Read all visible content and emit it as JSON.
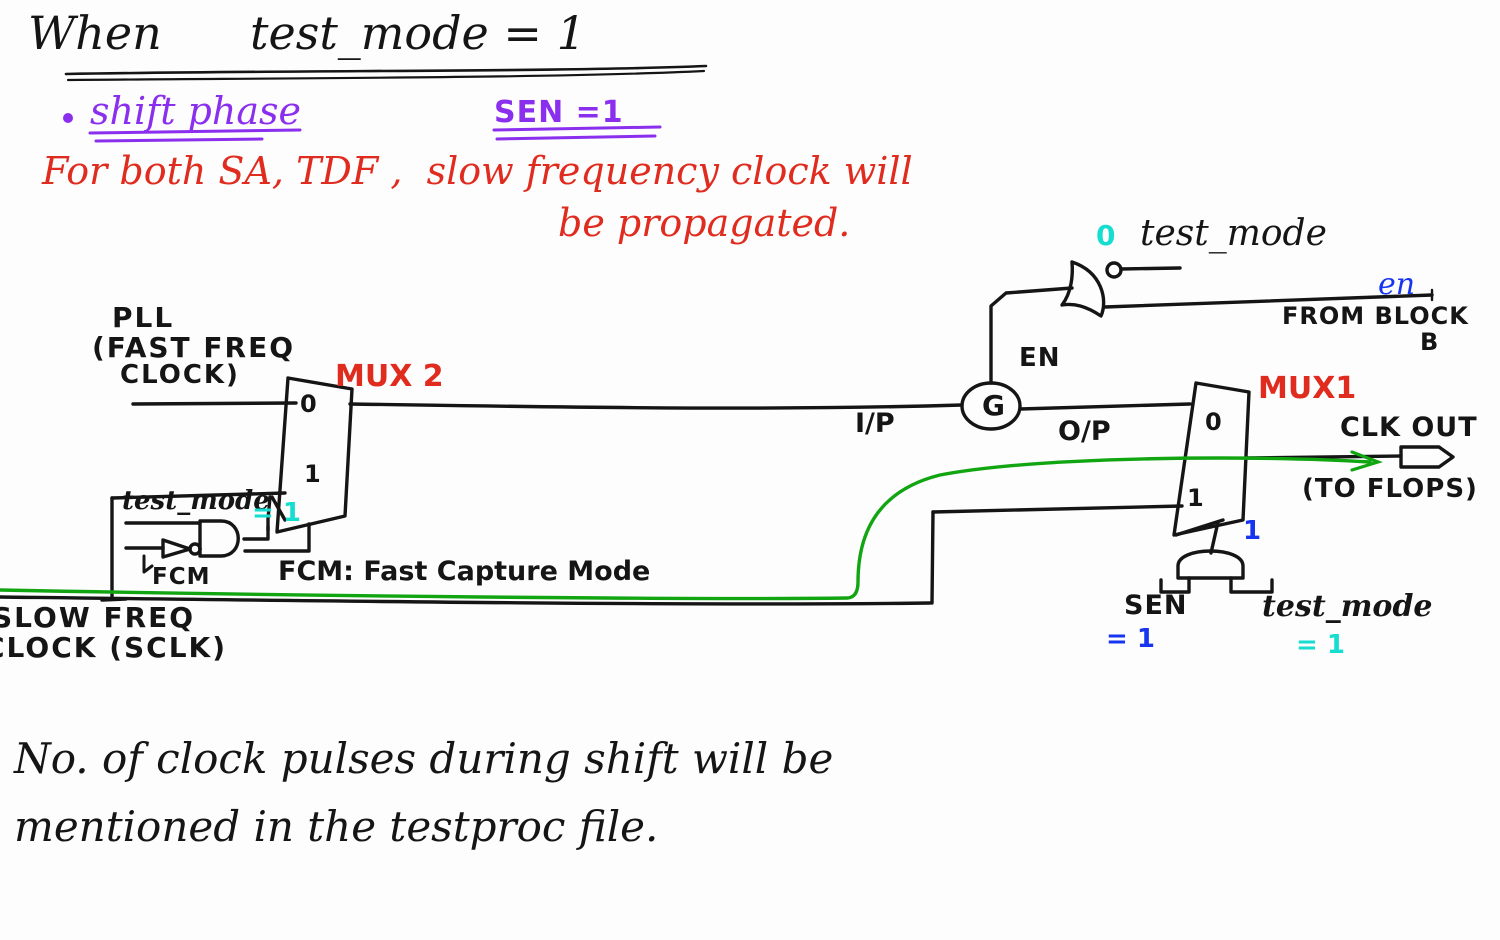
{
  "title": {
    "prefix": "When",
    "signal": "test_mode = 1"
  },
  "bullets": [
    {
      "label": "shift phase",
      "condition": "SEN =1",
      "color": "#8b2fef"
    }
  ],
  "note_red": {
    "line1": "For both SA, TDF ,  slow frequency clock will",
    "line2": "be propagated."
  },
  "footer": {
    "line1": "No. of clock pulses during shift will be",
    "line2": "mentioned in the testproc file."
  },
  "legend": {
    "fcm_expansion": "FCM: Fast Capture Mode"
  },
  "diagram": {
    "pll_label": {
      "line1": "PLL",
      "line2": "(FAST FREQ",
      "line3": "CLOCK)"
    },
    "slow_clock_label": {
      "line1": "SLOW FREQ",
      "line2": "CLOCK (SCLK)"
    },
    "mux2": {
      "name": "MUX 2",
      "input0": "0",
      "input1": "1",
      "select_signal": "test_mode",
      "select_value": "= 1"
    },
    "mux1": {
      "name": "MUX1",
      "input0": "0",
      "input1": "1",
      "select_value": "1"
    },
    "and_gate_left": {
      "input_top": "test_mode",
      "input_bottom": "FCM",
      "bottom_marker": "FCM"
    },
    "and_gate_right": {
      "input_left": "SEN",
      "input_left_value": "= 1",
      "input_right": "test_mode",
      "input_right_value": "= 1"
    },
    "clock_gate": {
      "symbol": "G",
      "enable_label": "EN",
      "input_label": "I/P",
      "output_label": "O/P"
    },
    "or_gate": {
      "bubble_input_label": "test_mode",
      "bubble_input_value": "0",
      "second_input_label": "en",
      "source_line1": "FROM BLOCK",
      "source_line2": "B"
    },
    "output_port": {
      "label": "CLK OUT",
      "sub_label": "(TO FLOPS)"
    }
  },
  "colors": {
    "ink": "#151515",
    "red": "#e02b1f",
    "purple": "#8b2fef",
    "cyan": "#15ddcf",
    "blue": "#1734f0",
    "green": "#12a512"
  }
}
